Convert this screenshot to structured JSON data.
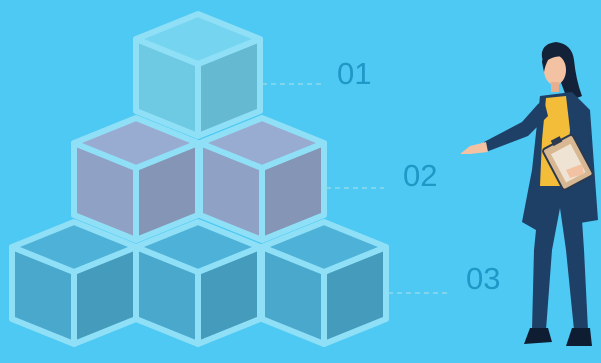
{
  "levels": [
    {
      "label": "01",
      "color": "#6ec9e2",
      "tier": "top"
    },
    {
      "label": "02",
      "color": "#8fa2c6",
      "tier": "middle"
    },
    {
      "label": "03",
      "color": "#4aa8cc",
      "tier": "bottom"
    }
  ],
  "colors": {
    "background": "#4ec9f3",
    "cube_edge": "#8fe0f7",
    "label_text": "#1f97c7",
    "connector": "#8fd9ec",
    "figure_coat": "#1e3f66",
    "figure_shirt": "#f4bd39",
    "figure_skin": "#f3c2a3",
    "figure_hair": "#132238",
    "clipboard": "#d8b892"
  },
  "figure": {
    "role": "presenter",
    "pose": "pointing-left",
    "holding": "clipboard"
  }
}
